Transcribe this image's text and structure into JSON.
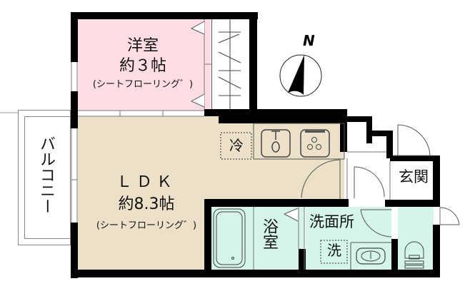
{
  "floor_plan": {
    "colors": {
      "western_room": "#ffdde4",
      "ldk": "#ece0c9",
      "wet_area": "#d4f4ec",
      "wall": "#000000",
      "background": "#ffffff"
    },
    "rooms": {
      "western_room": {
        "name": "洋室",
        "size": "約３帖",
        "floor": "(シートフローリング゛)"
      },
      "ldk": {
        "name": "ＬＤＫ",
        "size": "約8.3帖",
        "floor": "(シートフローリング゛)"
      },
      "balcony": {
        "name": "バルコニー"
      },
      "entrance": {
        "name": "玄関"
      },
      "bathroom": {
        "name": "浴室"
      },
      "washroom": {
        "name": "洗面所"
      }
    },
    "fixtures": {
      "refrigerator": "冷",
      "washing_machine": "洗"
    },
    "compass": {
      "label": "N"
    }
  }
}
